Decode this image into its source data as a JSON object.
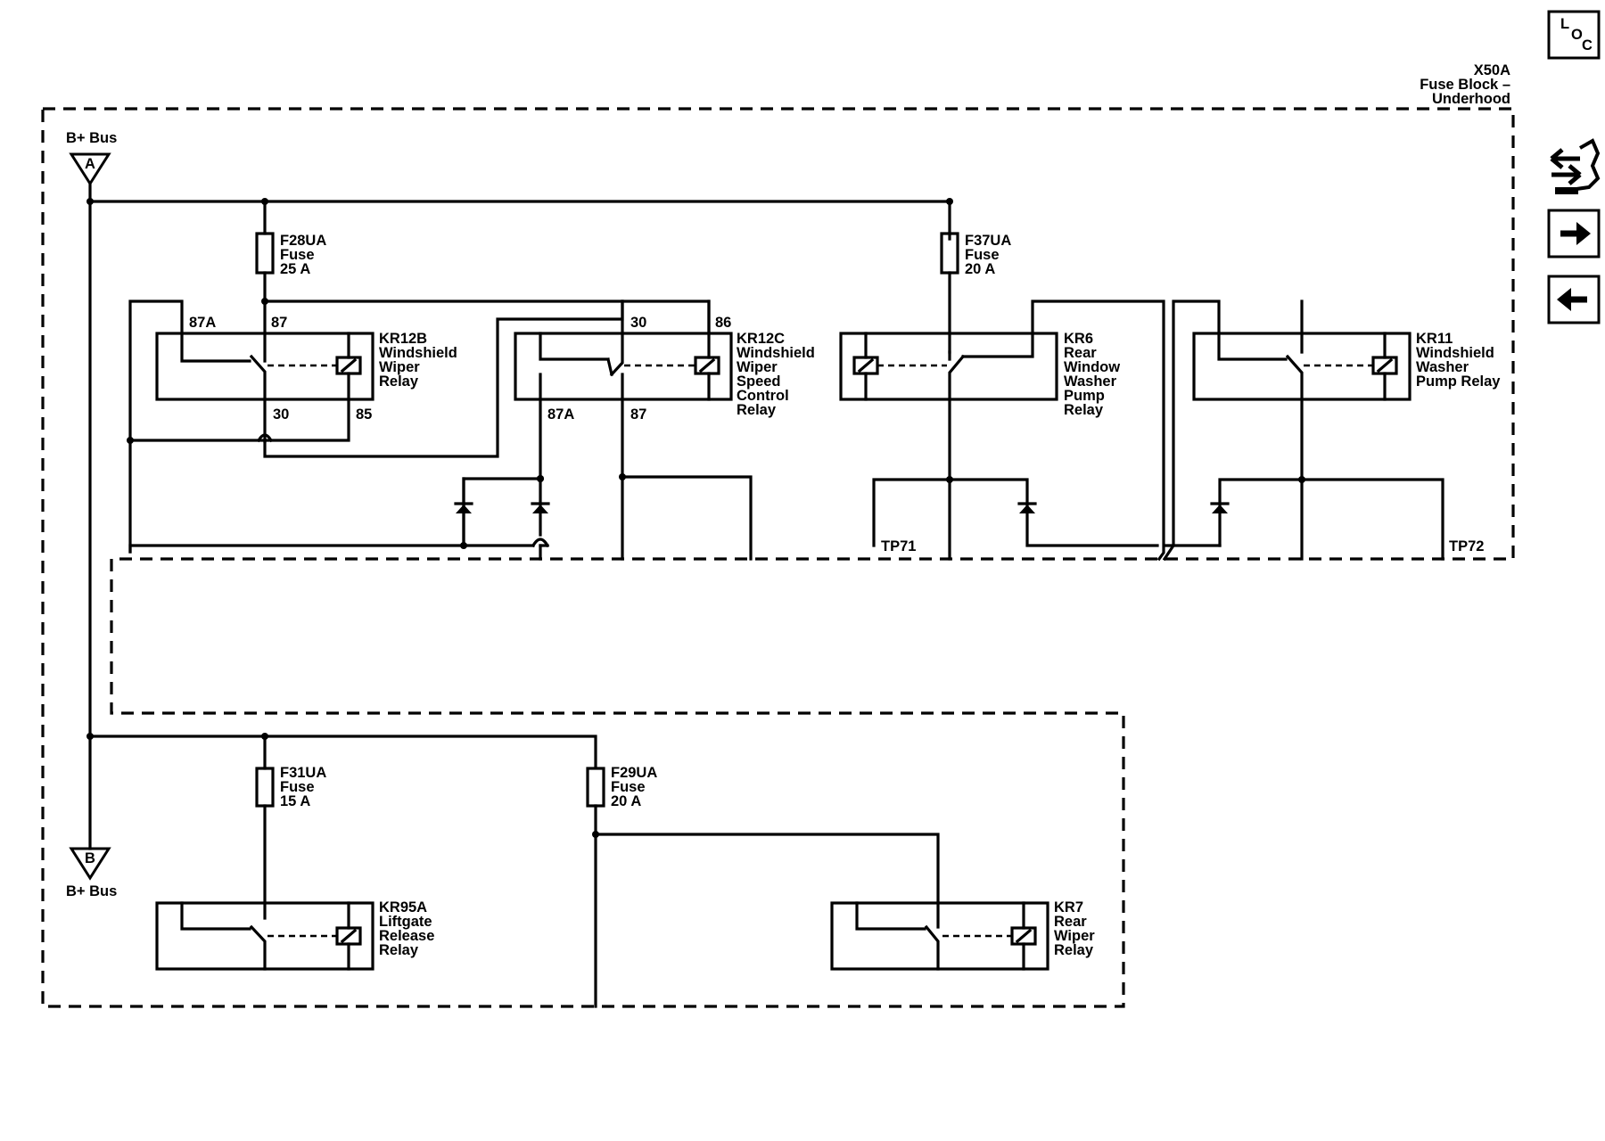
{
  "fuse_block": {
    "id": "X50A",
    "name_line1": "Fuse Block –",
    "name_line2": "Underhood"
  },
  "bus": {
    "label_a": "B+ Bus",
    "connector_a": "A",
    "label_b": "B+ Bus",
    "connector_b": "B"
  },
  "fuses": [
    {
      "id": "F28UA",
      "type": "Fuse",
      "rating": "25 A"
    },
    {
      "id": "F37UA",
      "type": "Fuse",
      "rating": "20 A"
    },
    {
      "id": "F31UA",
      "type": "Fuse",
      "rating": "15 A"
    },
    {
      "id": "F29UA",
      "type": "Fuse",
      "rating": "20 A"
    }
  ],
  "relays": [
    {
      "id": "KR12B",
      "lines": [
        "Windshield",
        "Wiper",
        "Relay"
      ]
    },
    {
      "id": "KR12C",
      "lines": [
        "Windshield",
        "Wiper",
        "Speed",
        "Control",
        "Relay"
      ]
    },
    {
      "id": "KR6",
      "lines": [
        "Rear",
        "Window",
        "Washer",
        "Pump",
        "Relay"
      ]
    },
    {
      "id": "KR11",
      "lines": [
        "Windshield",
        "Washer",
        "Pump Relay"
      ]
    },
    {
      "id": "KR95A",
      "lines": [
        "Liftgate",
        "Release",
        "Relay"
      ]
    },
    {
      "id": "KR7",
      "lines": [
        "Rear",
        "Wiper",
        "Relay"
      ]
    }
  ],
  "pins": {
    "kr12b_87a": "87A",
    "kr12b_87": "87",
    "kr12b_30": "30",
    "kr12b_85": "85",
    "kr12c_30": "30",
    "kr12c_86": "86",
    "kr12c_87a": "87A",
    "kr12c_87": "87"
  },
  "test_points": {
    "tp71": "TP71",
    "tp72": "TP72"
  },
  "nav": {
    "loc_l": "L",
    "loc_o": "O",
    "loc_c": "C",
    "icons": [
      "loc-icon",
      "connector-swap-icon",
      "next-arrow-icon",
      "previous-arrow-icon"
    ]
  }
}
